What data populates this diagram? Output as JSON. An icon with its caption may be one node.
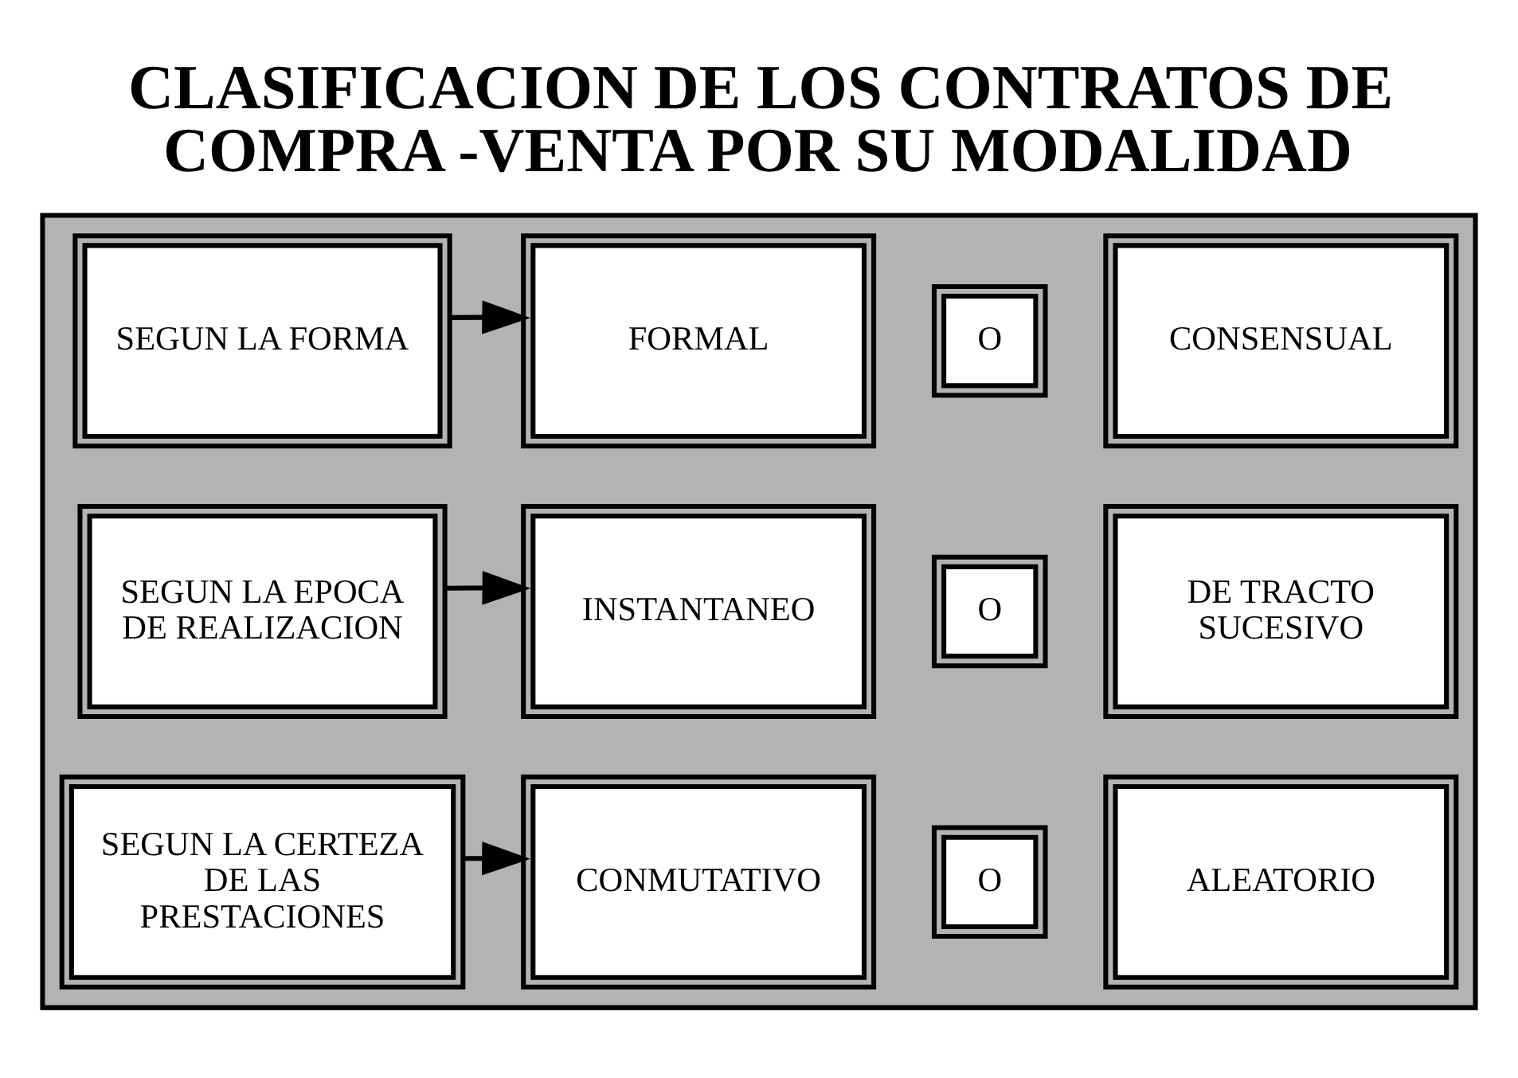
{
  "diagram": {
    "title": "CLASIFICACION DE LOS CONTRATOS DE COMPRA -VENTA POR SU MODALIDAD",
    "nodes": [
      {
        "text": [],
        "shape": "box"
      },
      {
        "text": [
          "SEGUN LA FORMA"
        ],
        "in": 0
      },
      {
        "text": [
          "FORMAL"
        ],
        "in": 0
      },
      {
        "text": [
          "O"
        ],
        "in": 0
      },
      {
        "text": [
          "CONSENSUAL"
        ],
        "in": 0
      },
      {
        "text": [
          "SEGUN LA EPOCA DE REALIZACION"
        ],
        "in": 0
      },
      {
        "text": [
          "INSTANTANEO"
        ],
        "in": 0
      },
      {
        "text": [
          "O"
        ],
        "in": 0
      },
      {
        "text": [
          "DE TRACTO SUCESIVO"
        ],
        "in": 0
      },
      {
        "text": [
          "SEGUN LA CERTEZA DE LAS PRESTACIONES"
        ],
        "in": 0
      },
      {
        "text": [
          "CONMUTATIVO"
        ],
        "in": 0
      },
      {
        "text": [
          "O"
        ],
        "in": 0
      },
      {
        "text": [
          "ALEATORIO"
        ],
        "in": 0
      }
    ],
    "edges": [
      {
        "from": 1,
        "to": 2,
        "arrow": "to"
      },
      {
        "from": 5,
        "to": 6,
        "arrow": "to"
      },
      {
        "from": 9,
        "to": 10,
        "arrow": "to"
      }
    ]
  }
}
